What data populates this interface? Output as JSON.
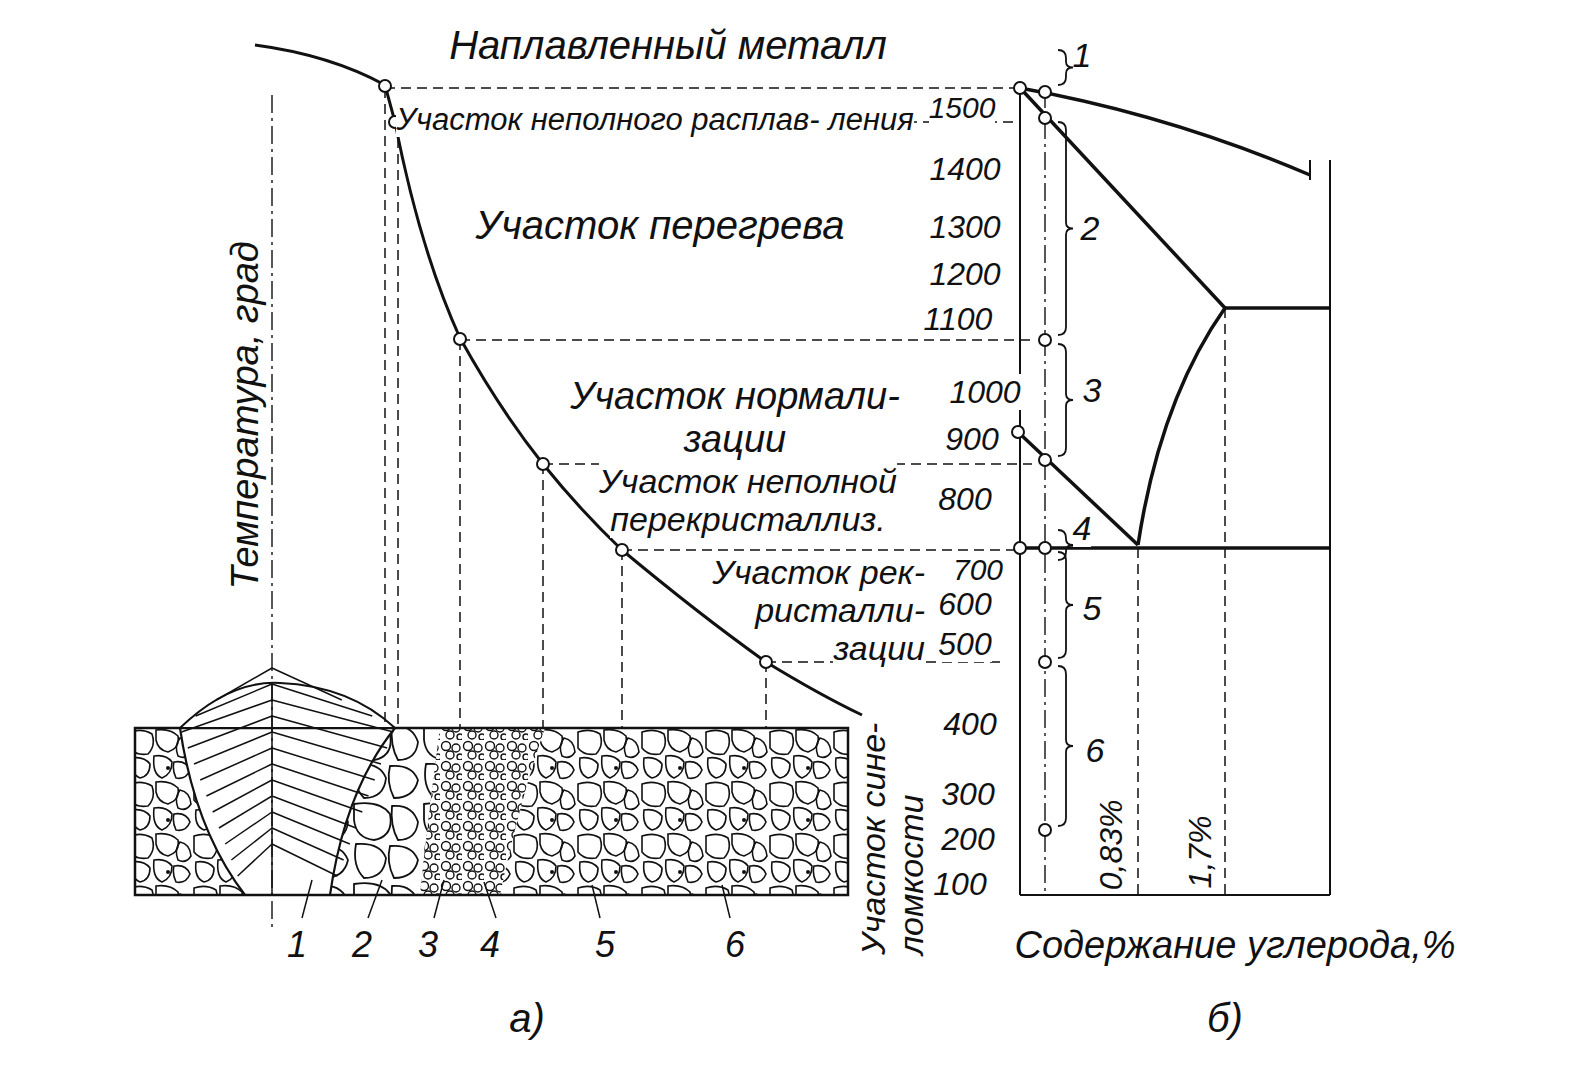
{
  "diagram": {
    "labels": [
      "Наплавленный металл",
      "Участок неполного расплав- ления",
      "1500",
      "1400",
      "1300",
      "1200",
      "1100",
      "Участок перегрева",
      "Участок нормали- зации",
      "1000",
      "900",
      "Участок неполной перекристаллиз.",
      "800",
      "Участок рек- ристалли- зации",
      "700",
      "600",
      "500",
      "400",
      "300",
      "200",
      "100",
      "Участок сине- ломкости",
      "Температура, град",
      "1",
      "2",
      "3",
      "4",
      "5",
      "6",
      "1",
      "2",
      "3",
      "4",
      "5",
      "6",
      "0,83%",
      "1,7%",
      "Содержание углерода,%",
      "а)",
      "б)"
    ]
  }
}
